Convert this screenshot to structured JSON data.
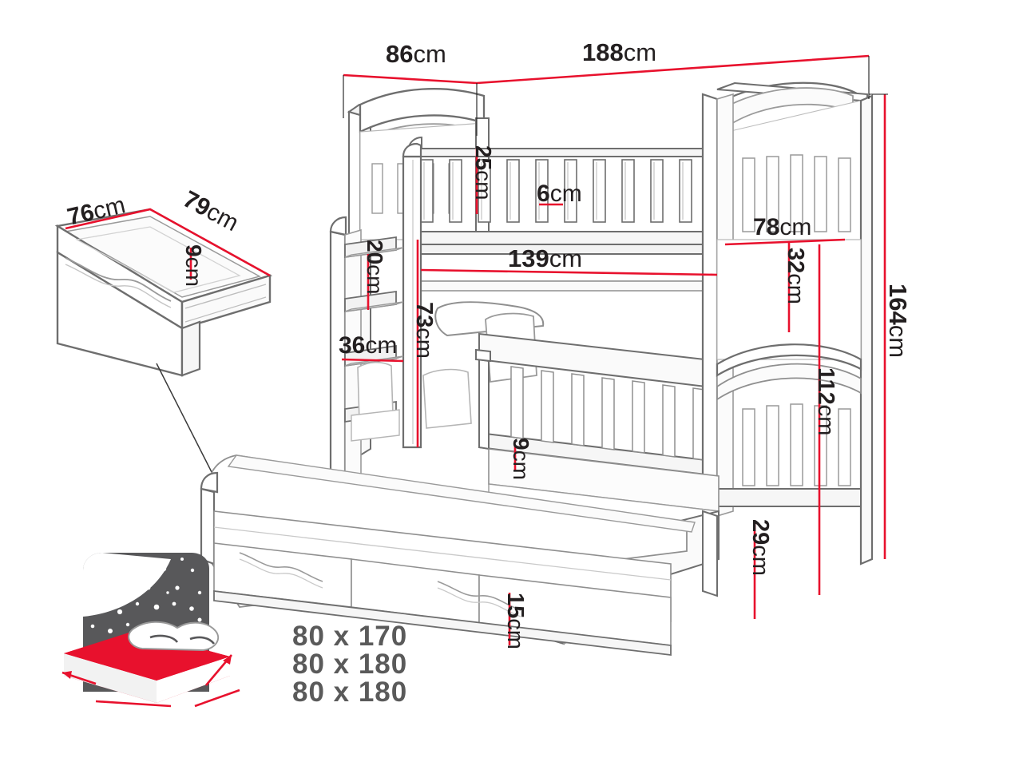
{
  "drawing": {
    "title": "Bunk bed technical dimension drawing",
    "unit": "cm",
    "colors": {
      "dimension_line": "#e8112d",
      "outline_dark": "#6e6e6e",
      "outline_light": "#a8a8a8",
      "text": "#231f20",
      "mattress_label": "#5a5a5a",
      "night_panel": "#58585a",
      "mattress_red": "#e8112d"
    }
  },
  "dimensions": {
    "overall_width_left": {
      "value": "86",
      "unit": "cm",
      "label": "86cm"
    },
    "overall_length": {
      "value": "188",
      "unit": "cm",
      "label": "188cm"
    },
    "overall_height": {
      "value": "164",
      "unit": "cm",
      "label": "164cm"
    },
    "top_rail_height": {
      "value": "25",
      "unit": "cm",
      "label": "25cm"
    },
    "slat_gap": {
      "value": "6",
      "unit": "cm",
      "label": "6cm"
    },
    "inner_length": {
      "value": "139",
      "unit": "cm",
      "label": "139cm"
    },
    "ladder_rung_spacing": {
      "value": "20",
      "unit": "cm",
      "label": "20cm"
    },
    "ladder_width": {
      "value": "36",
      "unit": "cm",
      "label": "36cm"
    },
    "upper_bunk_height": {
      "value": "73",
      "unit": "cm",
      "label": "73cm"
    },
    "headboard_width": {
      "value": "78",
      "unit": "cm",
      "label": "78cm"
    },
    "footboard_panel": {
      "value": "32",
      "unit": "cm",
      "label": "32cm"
    },
    "upper_deck_height": {
      "value": "112",
      "unit": "cm",
      "label": "112cm"
    },
    "lower_rail_height": {
      "value": "9",
      "unit": "cm",
      "label": "9cm"
    },
    "leg_clearance": {
      "value": "29",
      "unit": "cm",
      "label": "29cm"
    },
    "trundle_height": {
      "value": "15",
      "unit": "cm",
      "label": "15cm"
    },
    "drawer_depth": {
      "value": "76",
      "unit": "cm",
      "label": "76cm"
    },
    "drawer_width": {
      "value": "79",
      "unit": "cm",
      "label": "79cm"
    },
    "drawer_height": {
      "value": "9",
      "unit": "cm",
      "label": "9cm"
    }
  },
  "mattress_sizes": [
    "80 x 170",
    "80 x 180",
    "80 x 180"
  ]
}
